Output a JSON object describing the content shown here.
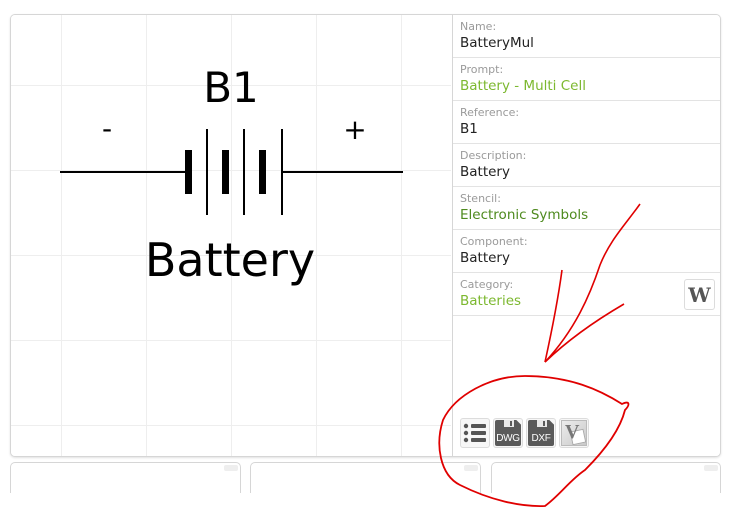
{
  "canvas": {
    "reference": "B1",
    "symbol_label": "Battery",
    "minus_sign": "-",
    "plus_sign": "+"
  },
  "info": {
    "fields": [
      {
        "label": "Name:",
        "value": "BatteryMul",
        "color": "#222222"
      },
      {
        "label": "Prompt:",
        "value": "Battery - Multi Cell",
        "color": "#7cb82f"
      },
      {
        "label": "Reference:",
        "value": "B1",
        "color": "#222222"
      },
      {
        "label": "Description:",
        "value": "Battery",
        "color": "#222222"
      },
      {
        "label": "Stencil:",
        "value": "Electronic Symbols",
        "color": "#4e8a1e"
      },
      {
        "label": "Component:",
        "value": "Battery",
        "color": "#222222"
      },
      {
        "label": "Category:",
        "value": "Batteries",
        "color": "#7cb82f"
      }
    ],
    "wiki_button": {
      "glyph": "W",
      "icon": "wikipedia-icon"
    }
  },
  "toolbar": {
    "buttons": [
      {
        "icon": "list-icon",
        "text": ""
      },
      {
        "icon": "floppy-dwg-icon",
        "text": "DWG"
      },
      {
        "icon": "floppy-dxf-icon",
        "text": "DXF"
      },
      {
        "icon": "visio-icon",
        "text": "V"
      }
    ]
  },
  "annotation": {
    "color": "#e00000"
  }
}
